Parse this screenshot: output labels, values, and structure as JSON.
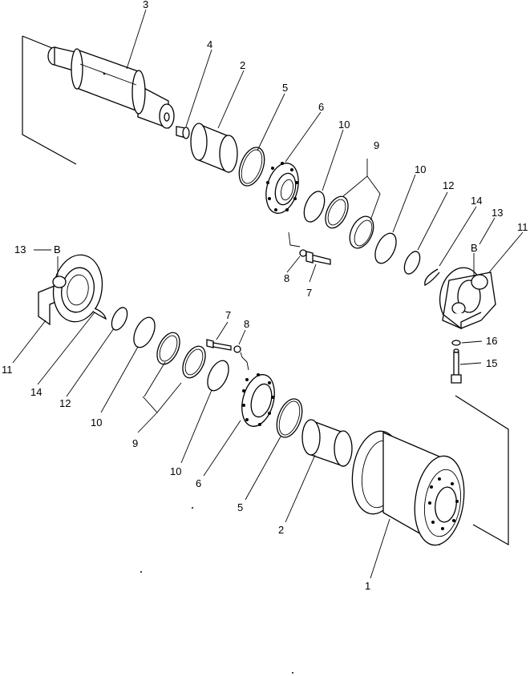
{
  "diagram": {
    "labels": {
      "shaft": "3",
      "plug": "4",
      "bushing_top": "2",
      "oring_top": "5",
      "collar_top": "6",
      "ring10_a": "10",
      "seal_top": "9",
      "ring10_b": "10",
      "snap12_top": "12",
      "snap14_top": "14",
      "pin13_top": "13",
      "pin_b_top": "B",
      "guard_top": "11",
      "washer8_top": "8",
      "bolt7_top": "7",
      "washer16": "16",
      "bolt15": "15",
      "pin13_left": "13",
      "pin_b_left": "B",
      "guard_left": "11",
      "snap14_left": "14",
      "snap12_left": "12",
      "ring10_c": "10",
      "seal_bottom": "9",
      "ring10_d": "10",
      "bolt7_bottom": "7",
      "washer8_bottom": "8",
      "collar_bottom": "6",
      "oring_bottom": "5",
      "bushing_bottom": "2",
      "roller": "1"
    }
  }
}
